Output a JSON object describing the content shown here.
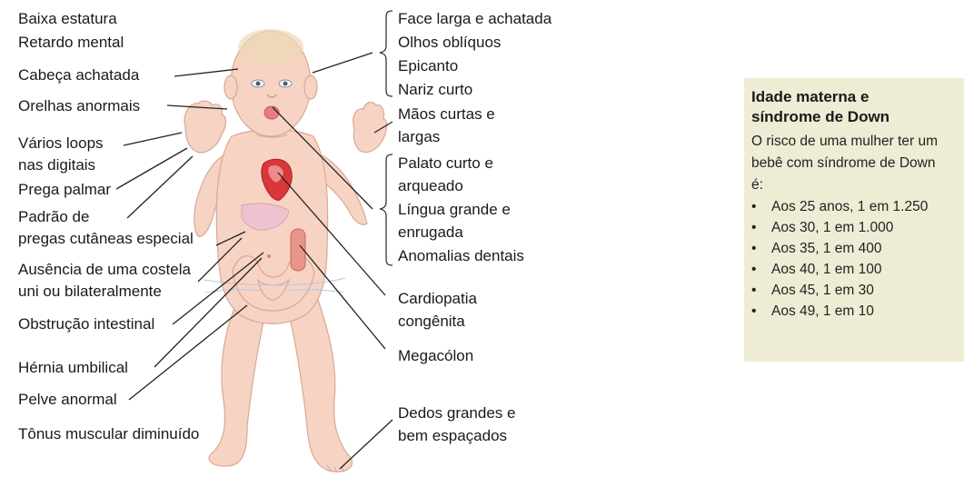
{
  "left_labels": [
    "Baixa estatura",
    "Retardo mental",
    "Cabeça achatada",
    "Orelhas anormais",
    "Vários loops",
    "nas digitais",
    "Prega palmar",
    "Padrão de",
    "pregas cutâneas especial",
    "Ausência de uma costela",
    "uni ou bilateralmente",
    "Obstrução intestinal",
    "Hérnia umbilical",
    "Pelve anormal",
    "Tônus muscular diminuído"
  ],
  "right_labels": [
    "Face larga e achatada",
    "Olhos oblíquos",
    "Epicanto",
    "Nariz curto",
    "Mãos curtas e",
    "largas",
    "Palato curto e",
    "arqueado",
    "Língua grande e",
    "enrugada",
    "Anomalias dentais",
    "Cardiopatia",
    "congênita",
    "Megacólon",
    "Dedos grandes e",
    "bem espaçados"
  ],
  "info_box": {
    "title": "Idade materna e síndrome de Down",
    "intro": "O risco de uma mulher ter um bebê com síndrome de Down é:",
    "items": [
      "Aos 25 anos, 1 em 1.250",
      "Aos 30, 1 em 1.000",
      "Aos 35, 1 em 400",
      "Aos 40, 1 em 100",
      "Aos 45, 1 em 30",
      "Aos 49, 1 em 10"
    ],
    "bullet": "•"
  },
  "colors": {
    "skin": "#f7d3c4",
    "heart": "#d8383a",
    "colon": "#e9968a",
    "info_background": "#efecd5"
  }
}
